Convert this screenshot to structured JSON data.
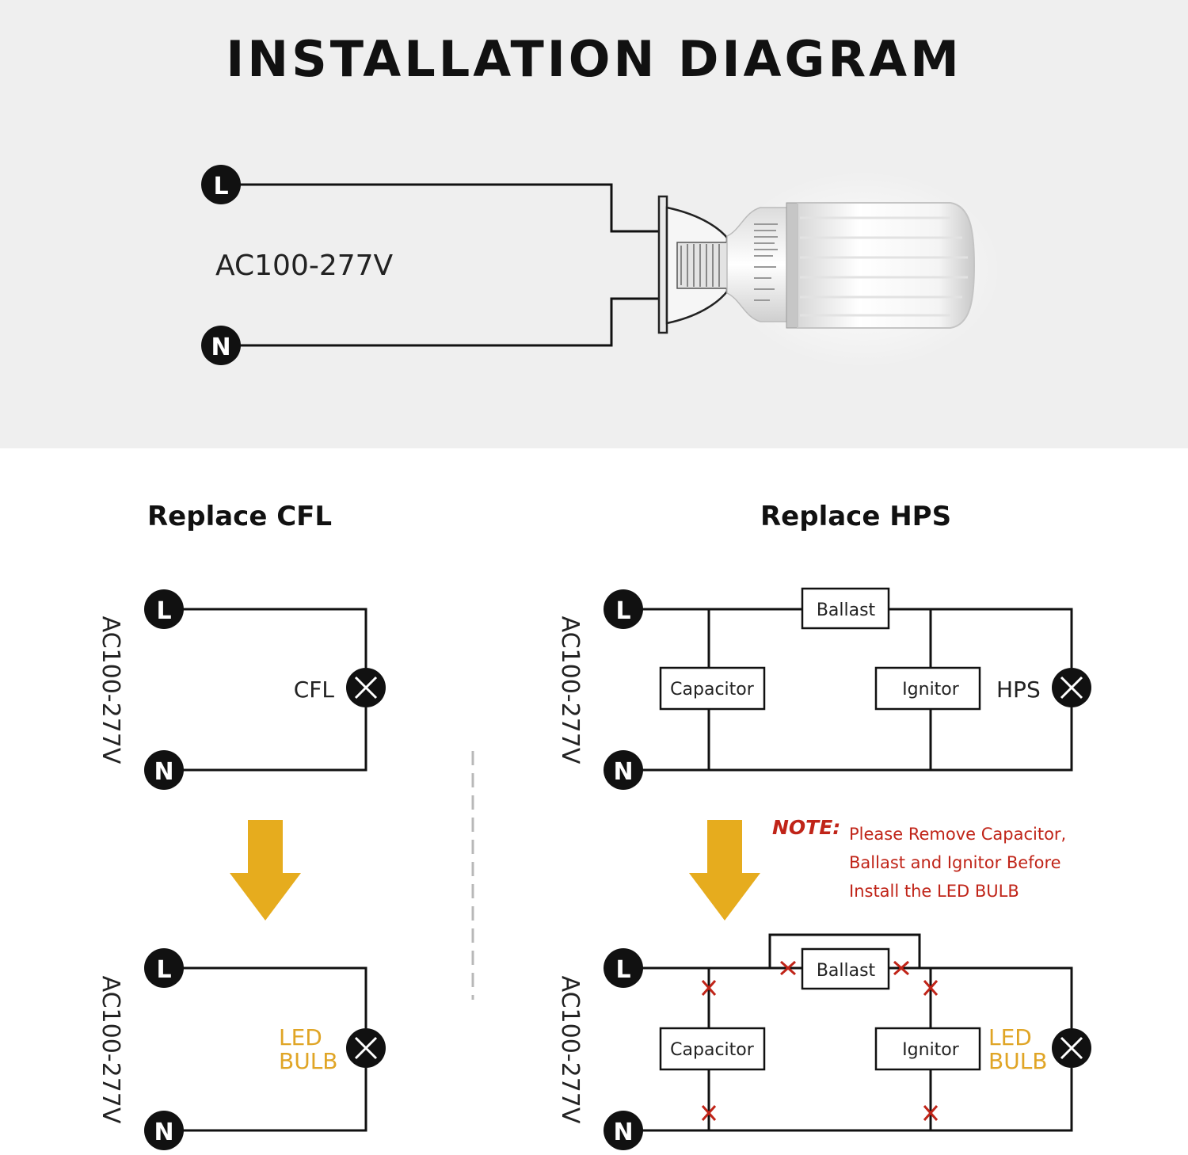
{
  "title": "INSTALLATION DIAGRAM",
  "top_diagram": {
    "live_label": "L",
    "neutral_label": "N",
    "voltage": "AC100-277V"
  },
  "sections": {
    "cfl": {
      "title": "Replace CFL",
      "before": {
        "voltage": "AC100-277V",
        "live_label": "L",
        "neutral_label": "N",
        "lamp_label": "CFL"
      },
      "after": {
        "voltage": "AC100-277V",
        "live_label": "L",
        "neutral_label": "N",
        "lamp_label_line1": "LED",
        "lamp_label_line2": "BULB"
      }
    },
    "hps": {
      "title": "Replace HPS",
      "before": {
        "voltage": "AC100-277V",
        "live_label": "L",
        "neutral_label": "N",
        "ballast": "Ballast",
        "capacitor": "Capacitor",
        "ignitor": "Ignitor",
        "lamp_label": "HPS"
      },
      "note": {
        "label": "NOTE:",
        "lines": [
          "Please Remove Capacitor,",
          "Ballast and Ignitor Before",
          "Install the LED BULB"
        ]
      },
      "after": {
        "voltage": "AC100-277V",
        "live_label": "L",
        "neutral_label": "N",
        "ballast": "Ballast",
        "capacitor": "Capacitor",
        "ignitor": "Ignitor",
        "lamp_label_line1": "LED",
        "lamp_label_line2": "BULB"
      }
    }
  },
  "colors": {
    "arrow": "#e6ac1e",
    "led_text": "#e0a526",
    "note": "#c02418",
    "cut_mark": "#c02418",
    "wire": "#111111",
    "top_background": "#efefef"
  }
}
